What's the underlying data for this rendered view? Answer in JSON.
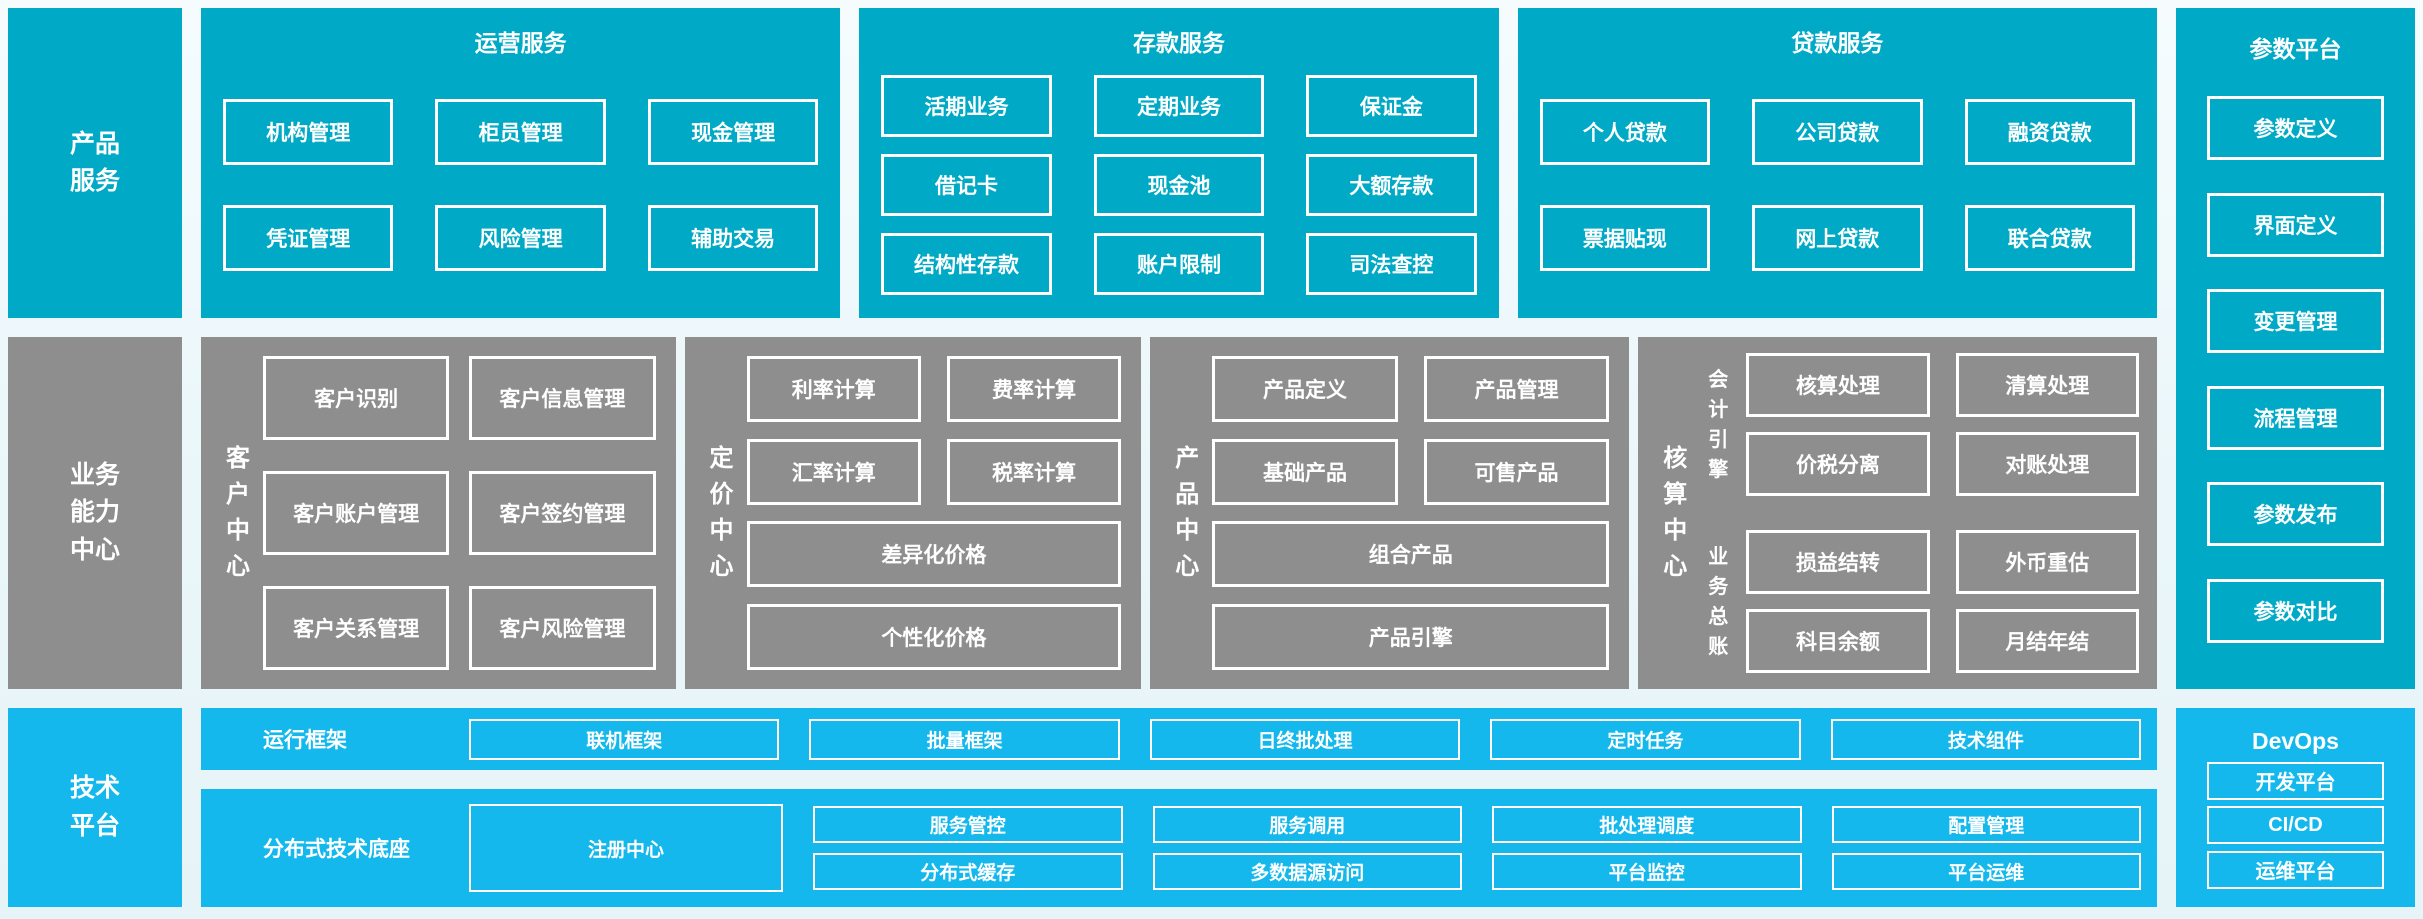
{
  "colors": {
    "teal": "#00a9c5",
    "gray": "#8e8e8e",
    "blue": "#14b8ec",
    "text": "#ffffff",
    "page_bg": "#eaf6fa"
  },
  "sidebars": {
    "product": "产品服务",
    "business": "业务能力中心",
    "tech": "技术平台"
  },
  "top_panels": [
    {
      "title": "运营服务",
      "items": [
        "机构管理",
        "柜员管理",
        "现金管理",
        "凭证管理",
        "风险管理",
        "辅助交易"
      ]
    },
    {
      "title": "存款服务",
      "items": [
        "活期业务",
        "定期业务",
        "保证金",
        "借记卡",
        "现金池",
        "大额存款",
        "结构性存款",
        "账户限制",
        "司法查控"
      ]
    },
    {
      "title": "贷款服务",
      "items": [
        "个人贷款",
        "公司贷款",
        "融资贷款",
        "票据贴现",
        "网上贷款",
        "联合贷款"
      ]
    }
  ],
  "param_platform": {
    "title": "参数平台",
    "items": [
      "参数定义",
      "界面定义",
      "变更管理",
      "流程管理",
      "参数发布",
      "参数对比"
    ]
  },
  "centers": {
    "customer": {
      "label": "客户中心",
      "items": [
        "客户识别",
        "客户信息管理",
        "客户账户管理",
        "客户签约管理",
        "客户关系管理",
        "客户风险管理"
      ]
    },
    "pricing": {
      "label": "定价中心",
      "items": [
        "利率计算",
        "费率计算",
        "汇率计算",
        "税率计算"
      ],
      "wide": [
        "差异化价格",
        "个性化价格"
      ]
    },
    "product": {
      "label": "产品中心",
      "items": [
        "产品定义",
        "产品管理",
        "基础产品",
        "可售产品"
      ],
      "wide": [
        "组合产品",
        "产品引擎"
      ]
    },
    "accounting": {
      "label": "核算中心",
      "groups": [
        {
          "label": "会计引擎",
          "items": [
            "核算处理",
            "清算处理",
            "价税分离",
            "对账处理"
          ]
        },
        {
          "label": "业务总账",
          "items": [
            "损益结转",
            "外币重估",
            "科目余额",
            "月结年结"
          ]
        }
      ]
    }
  },
  "runtime_framework": {
    "label": "运行框架",
    "items": [
      "联机框架",
      "批量框架",
      "日终批处理",
      "定时任务",
      "技术组件"
    ]
  },
  "distributed_base": {
    "label": "分布式技术底座",
    "registry": "注册中心",
    "items": [
      "服务管控",
      "服务调用",
      "批处理调度",
      "配置管理",
      "分布式缓存",
      "多数据源访问",
      "平台监控",
      "平台运维"
    ]
  },
  "devops": {
    "title": "DevOps",
    "items": [
      "开发平台",
      "CI/CD",
      "运维平台"
    ]
  }
}
